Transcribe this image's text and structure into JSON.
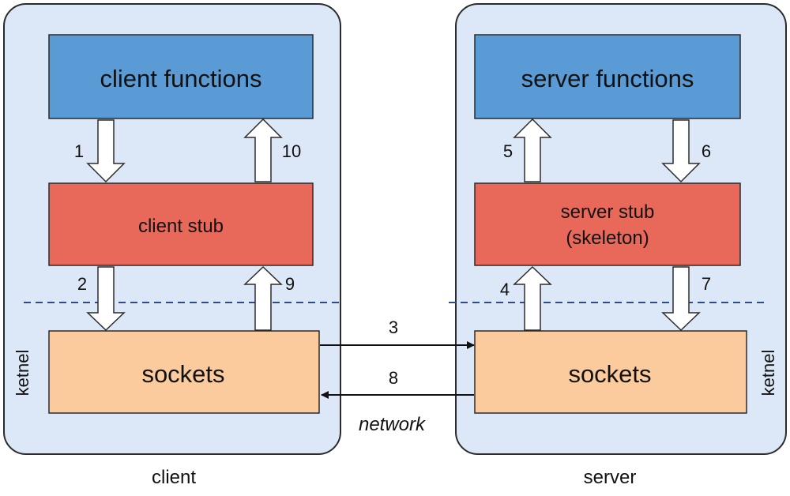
{
  "client": {
    "panel_label": "client",
    "kernel_label": "ketnel",
    "functions_label": "client functions",
    "stub_label": "client stub",
    "sockets_label": "sockets"
  },
  "server": {
    "panel_label": "server",
    "kernel_label": "ketnel",
    "functions_label": "server functions",
    "stub_label_line1": "server stub",
    "stub_label_line2": "(skeleton)",
    "sockets_label": "sockets"
  },
  "network_label": "network",
  "steps": {
    "s1": "1",
    "s2": "2",
    "s3": "3",
    "s4": "4",
    "s5": "5",
    "s6": "6",
    "s7": "7",
    "s8": "8",
    "s9": "9",
    "s10": "10"
  },
  "colors": {
    "panel_fill": "#dce8f7",
    "panel_stroke": "#2b2b2b",
    "functions_fill": "#5b9bd5",
    "stub_fill": "#e8685a",
    "sockets_fill": "#fbcb9d",
    "dashed_line": "#2f4a8a"
  }
}
